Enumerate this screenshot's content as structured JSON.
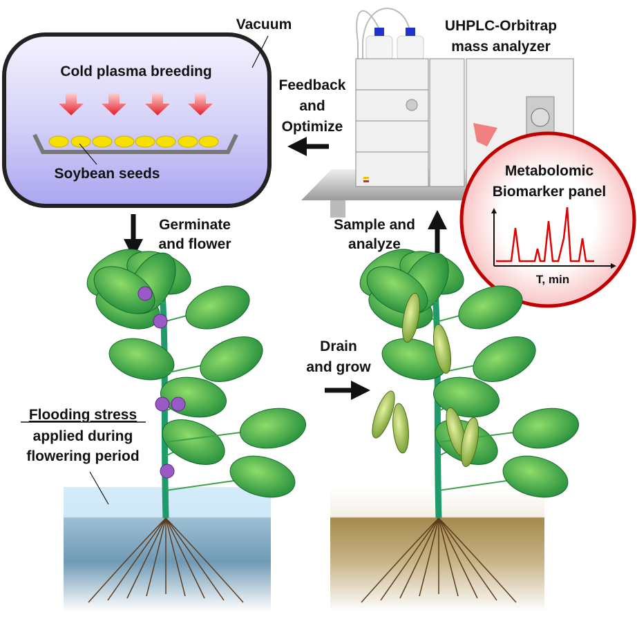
{
  "chamber": {
    "vacuum_label": "Vacuum",
    "title": "Cold plasma breeding",
    "seeds_label": "Soybean seeds"
  },
  "instrument": {
    "title_line1": "UHPLC-Orbitrap",
    "title_line2": "mass analyzer"
  },
  "feedback": {
    "line1": "Feedback",
    "line2": "and",
    "line3": "Optimize"
  },
  "panel": {
    "title_line1": "Metabolomic",
    "title_line2": "Biomarker panel",
    "x_axis_label": "T, min"
  },
  "steps": {
    "germinate_line1": "Germinate",
    "germinate_line2": "and flower",
    "sample_line1": "Sample and",
    "sample_line2": "analyze",
    "drain_line1": "Drain",
    "drain_line2": "and grow"
  },
  "flooding": {
    "line1": "Flooding stress",
    "line2": "applied during",
    "line3": "flowering period"
  },
  "colors": {
    "chamber_border": "#222222",
    "plasma_arrow": "#e8202a",
    "seed": "#f5e000",
    "panel_border": "#c00000",
    "leaf": "#2e9e3a",
    "water": "#5a8fb0",
    "soil": "#8a6a2a"
  }
}
